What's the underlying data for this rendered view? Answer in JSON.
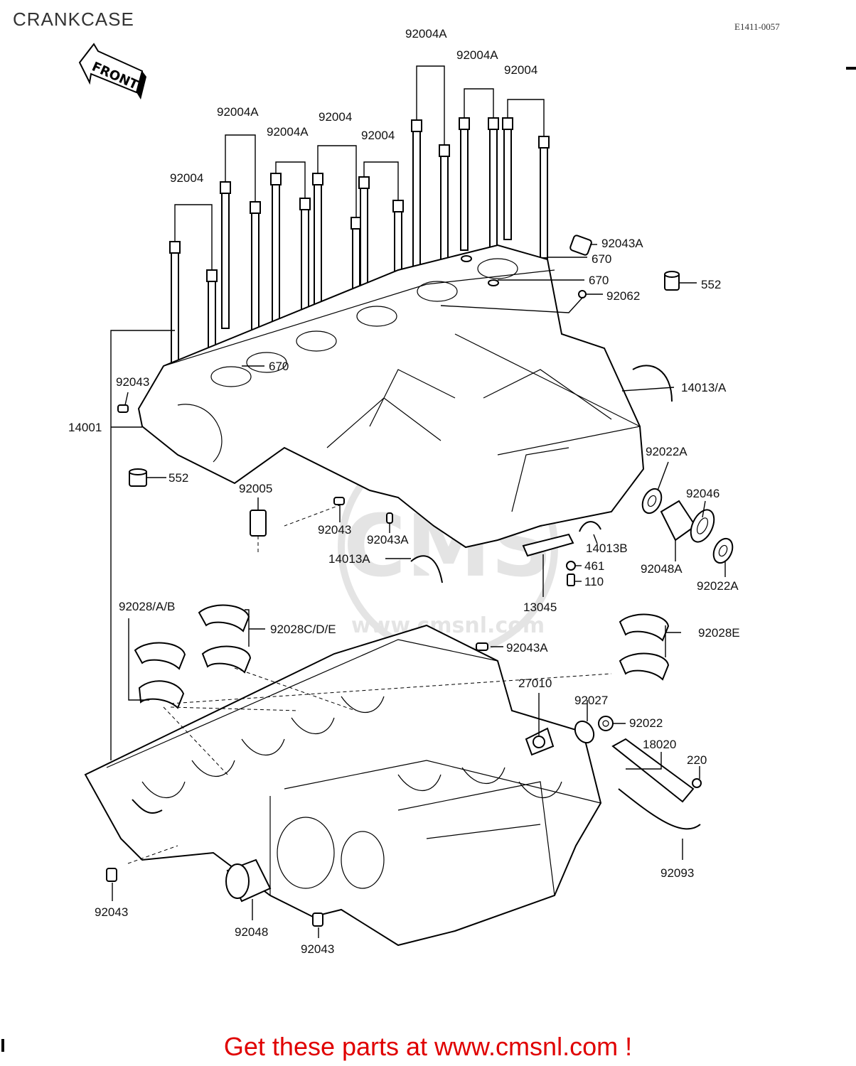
{
  "page": {
    "title": "CRANKCASE",
    "diagram_code": "E1411-0057",
    "cta": "Get these parts at www.cmsnl.com !",
    "watermark": "CMS",
    "watermark_url": "www.cmsnl.com",
    "front_label": "FRONT"
  },
  "labels": {
    "l92004A_1": "92004A",
    "l92004A_2": "92004A",
    "l92004_1": "92004",
    "l92004A_3": "92004A",
    "l92004_2": "92004",
    "l92004A_4": "92004A",
    "l92004_3": "92004",
    "l92004_4": "92004",
    "l92043A_1": "92043A",
    "l670_1": "670",
    "l670_2": "670",
    "l552_1": "552",
    "l92062": "92062",
    "l670_3": "670",
    "l92043_1": "92043",
    "l14013A_1": "14013/A",
    "l14001": "14001",
    "l552_2": "552",
    "l92005": "92005",
    "l92022A_1": "92022A",
    "l92046": "92046",
    "l92043_2": "92043",
    "l92043A_2": "92043A",
    "l14013B": "14013B",
    "l14013A_2": "14013A",
    "l461": "461",
    "l110": "110",
    "l92048A": "92048A",
    "l92022A_2": "92022A",
    "l13045": "13045",
    "l92028AB": "92028/A/B",
    "l92028CDE": "92028C/D/E",
    "l92028E": "92028E",
    "l92043A_3": "92043A",
    "l27010": "27010",
    "l92027": "92027",
    "l92022": "92022",
    "l18020": "18020",
    "l220": "220",
    "l92093": "92093",
    "l92043_3": "92043",
    "l92048": "92048",
    "l92043_4": "92043"
  }
}
